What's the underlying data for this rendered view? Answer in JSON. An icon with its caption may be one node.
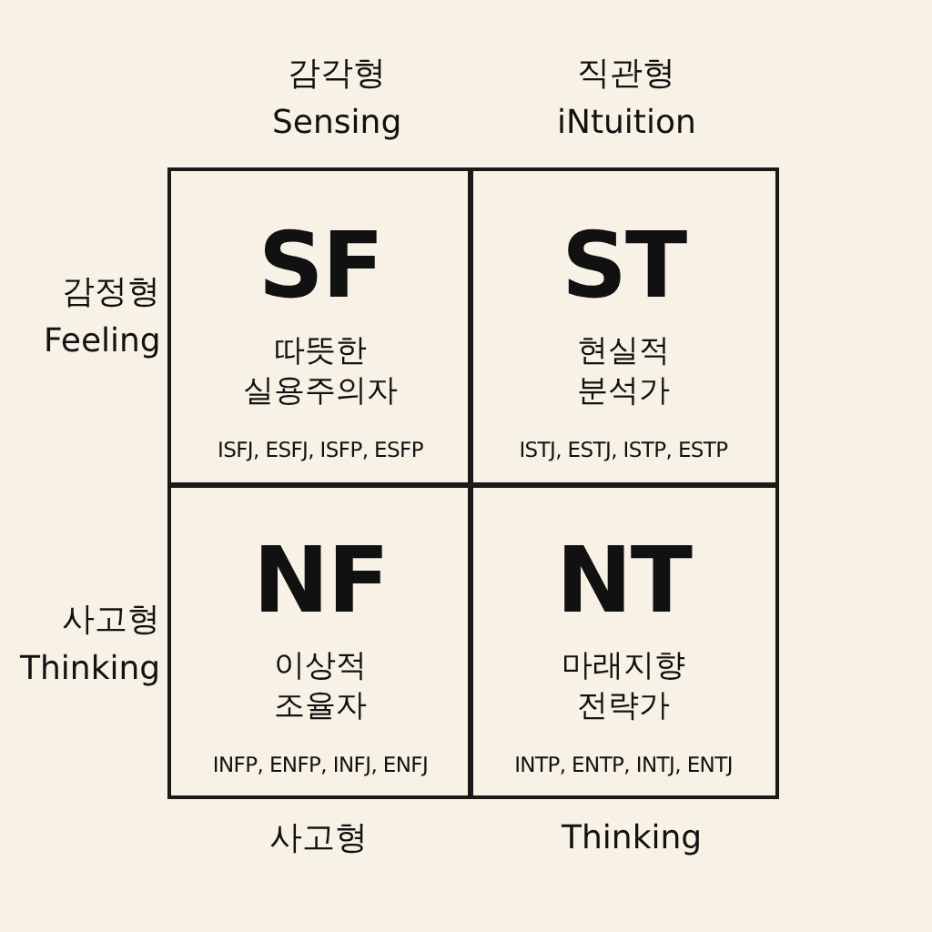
{
  "diagram": {
    "nodes": [
      {
        "text": [
          "SF",
          "따뜻한 실용주의자",
          "ISFJ, ESFJ, ISFP, ESFP"
        ]
      },
      {
        "text": [
          "ST",
          "현실적 분석가",
          "ISTJ, ESTJ, ISTP, ESTP"
        ]
      },
      {
        "text": [
          "NF",
          "이상적 조율자",
          "INFP, ENFP, INFJ, ENFJ"
        ]
      },
      {
        "text": [
          "NT",
          "마래지향 전략가",
          "INTP, ENTP, INTJ, ENTJ"
        ]
      }
    ],
    "labels": [
      "감각형",
      "Sensing",
      "직관형",
      "iNtuition",
      "감정형",
      "Feeling",
      "사고형",
      "Thinking",
      "사고형",
      "Thinking"
    ]
  }
}
